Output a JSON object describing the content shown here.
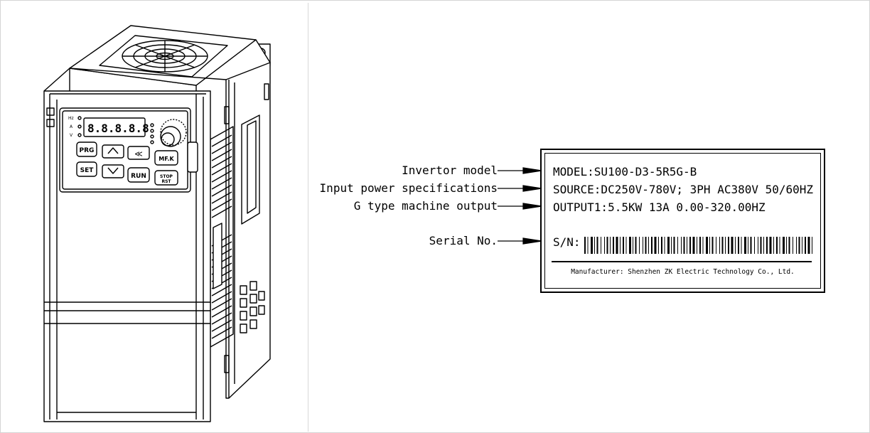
{
  "device": {
    "display_digits": "8.8.8.8.8",
    "left_indicators": [
      "Hz",
      "A",
      "V"
    ],
    "keys": {
      "prg": "PRG",
      "set": "SET",
      "mfk": "MF.K",
      "run": "RUN",
      "stop_line1": "STOP",
      "stop_line2": "RST"
    }
  },
  "callouts": {
    "model": "Invertor model",
    "power": "Input power specifications",
    "output": "G type machine output",
    "serial": "Serial No."
  },
  "nameplate": {
    "model": "MODEL:SU100-D3-5R5G-B",
    "source": "SOURCE:DC250V-780V; 3PH AC380V 50/60HZ",
    "output": "OUTPUT1:5.5KW 13A  0.00-320.00HZ",
    "serial_label": "S/N:",
    "manufacturer": "Manufacturer: Shenzhen ZK Electric Technology Co., Ltd."
  },
  "colors": {
    "line": "#000000",
    "frame": "#d4d4d4"
  }
}
